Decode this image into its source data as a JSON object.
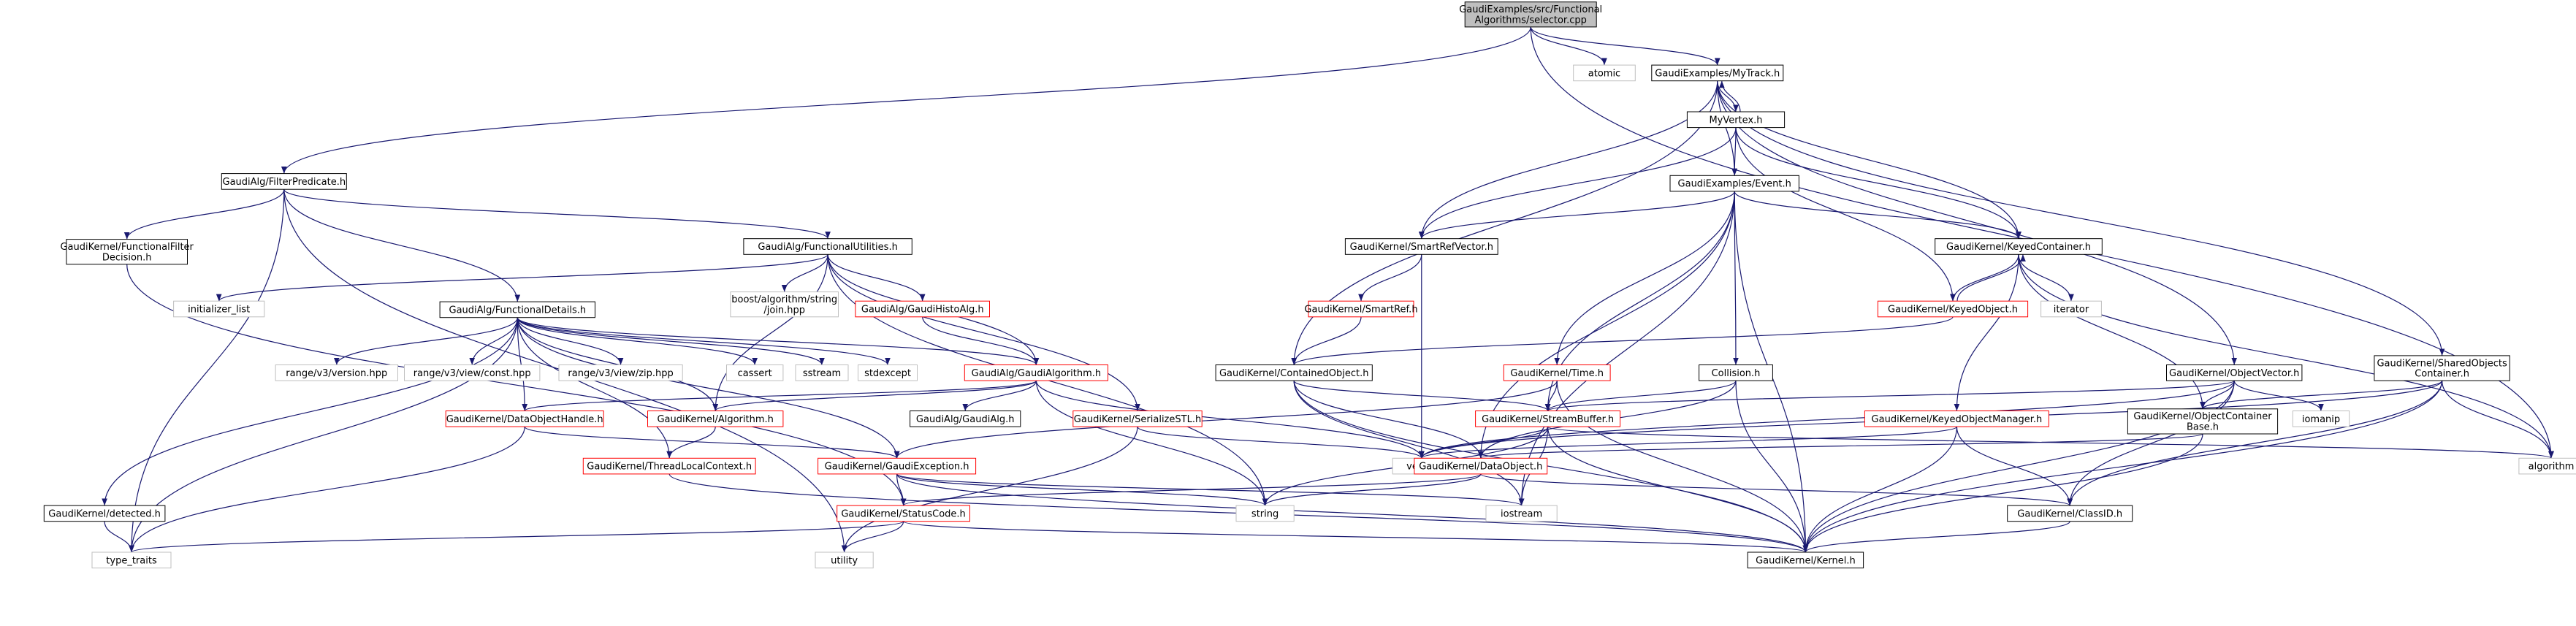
{
  "diagram": {
    "title": "GaudiExamples/src/Functional Algorithms/selector.cpp",
    "colors": {
      "edge": "#191970",
      "root_fill": "#bfbfbf",
      "box_border_black": "#000000",
      "box_border_red": "#ff0000",
      "box_border_grey": "#bfbfbf",
      "text": "#000000"
    },
    "nodes": [
      {
        "id": "root",
        "lines": [
          "GaudiExamples/src/Functional",
          "Algorithms/selector.cpp"
        ],
        "style": "root"
      },
      {
        "id": "atomic",
        "lines": [
          "atomic"
        ],
        "style": "grey"
      },
      {
        "id": "mytrack",
        "lines": [
          "GaudiExamples/MyTrack.h"
        ],
        "style": "black"
      },
      {
        "id": "myvertex",
        "lines": [
          "MyVertex.h"
        ],
        "style": "black"
      },
      {
        "id": "event",
        "lines": [
          "GaudiExamples/Event.h"
        ],
        "style": "black"
      },
      {
        "id": "filterpred",
        "lines": [
          "GaudiAlg/FilterPredicate.h"
        ],
        "style": "black"
      },
      {
        "id": "funcfilter",
        "lines": [
          "GaudiKernel/FunctionalFilter",
          "Decision.h"
        ],
        "style": "black"
      },
      {
        "id": "funcutil",
        "lines": [
          "GaudiAlg/FunctionalUtilities.h"
        ],
        "style": "black"
      },
      {
        "id": "initlist",
        "lines": [
          "initializer_list"
        ],
        "style": "grey"
      },
      {
        "id": "boostjoin",
        "lines": [
          "boost/algorithm/string",
          "/join.hpp"
        ],
        "style": "grey"
      },
      {
        "id": "histoalg",
        "lines": [
          "GaudiAlg/GaudiHistoAlg.h"
        ],
        "style": "red"
      },
      {
        "id": "funcdetails",
        "lines": [
          "GaudiAlg/FunctionalDetails.h"
        ],
        "style": "black"
      },
      {
        "id": "rvversion",
        "lines": [
          "range/v3/version.hpp"
        ],
        "style": "grey"
      },
      {
        "id": "rvconst",
        "lines": [
          "range/v3/view/const.hpp"
        ],
        "style": "grey"
      },
      {
        "id": "rvzip",
        "lines": [
          "range/v3/view/zip.hpp"
        ],
        "style": "grey"
      },
      {
        "id": "cassert",
        "lines": [
          "cassert"
        ],
        "style": "grey"
      },
      {
        "id": "sstream",
        "lines": [
          "sstream"
        ],
        "style": "grey"
      },
      {
        "id": "stdexcept",
        "lines": [
          "stdexcept"
        ],
        "style": "grey"
      },
      {
        "id": "gaudialgorithm",
        "lines": [
          "GaudiAlg/GaudiAlgorithm.h"
        ],
        "style": "red"
      },
      {
        "id": "gaudialg",
        "lines": [
          "GaudiAlg/GaudiAlg.h"
        ],
        "style": "black"
      },
      {
        "id": "serializestl",
        "lines": [
          "GaudiKernel/SerializeSTL.h"
        ],
        "style": "red"
      },
      {
        "id": "dataobjhandle",
        "lines": [
          "GaudiKernel/DataObjectHandle.h"
        ],
        "style": "red"
      },
      {
        "id": "algorithm_h",
        "lines": [
          "GaudiKernel/Algorithm.h"
        ],
        "style": "red"
      },
      {
        "id": "threadlocal",
        "lines": [
          "GaudiKernel/ThreadLocalContext.h"
        ],
        "style": "red"
      },
      {
        "id": "gaudiexc",
        "lines": [
          "GaudiKernel/GaudiException.h"
        ],
        "style": "red"
      },
      {
        "id": "statuscode",
        "lines": [
          "GaudiKernel/StatusCode.h"
        ],
        "style": "red"
      },
      {
        "id": "detected",
        "lines": [
          "GaudiKernel/detected.h"
        ],
        "style": "black"
      },
      {
        "id": "typetraits",
        "lines": [
          "type_traits"
        ],
        "style": "grey"
      },
      {
        "id": "utility",
        "lines": [
          "utility"
        ],
        "style": "grey"
      },
      {
        "id": "string",
        "lines": [
          "string"
        ],
        "style": "grey"
      },
      {
        "id": "iostream",
        "lines": [
          "iostream"
        ],
        "style": "grey"
      },
      {
        "id": "kernel",
        "lines": [
          "GaudiKernel/Kernel.h"
        ],
        "style": "black"
      },
      {
        "id": "smartrefvector",
        "lines": [
          "GaudiKernel/SmartRefVector.h"
        ],
        "style": "black"
      },
      {
        "id": "smartref",
        "lines": [
          "GaudiKernel/SmartRef.h"
        ],
        "style": "red"
      },
      {
        "id": "contained",
        "lines": [
          "GaudiKernel/ContainedObject.h"
        ],
        "style": "black"
      },
      {
        "id": "time",
        "lines": [
          "GaudiKernel/Time.h"
        ],
        "style": "red"
      },
      {
        "id": "collision",
        "lines": [
          "Collision.h"
        ],
        "style": "black"
      },
      {
        "id": "streambuffer",
        "lines": [
          "GaudiKernel/StreamBuffer.h"
        ],
        "style": "red"
      },
      {
        "id": "vector",
        "lines": [
          "vector"
        ],
        "style": "grey"
      },
      {
        "id": "dataobject",
        "lines": [
          "GaudiKernel/DataObject.h"
        ],
        "style": "red"
      },
      {
        "id": "keyedcontainer",
        "lines": [
          "GaudiKernel/KeyedContainer.h"
        ],
        "style": "black"
      },
      {
        "id": "keyedobject",
        "lines": [
          "GaudiKernel/KeyedObject.h"
        ],
        "style": "red"
      },
      {
        "id": "iterator",
        "lines": [
          "iterator"
        ],
        "style": "grey"
      },
      {
        "id": "keyedobjmgr",
        "lines": [
          "GaudiKernel/KeyedObjectManager.h"
        ],
        "style": "red"
      },
      {
        "id": "objectvector",
        "lines": [
          "GaudiKernel/ObjectVector.h"
        ],
        "style": "black"
      },
      {
        "id": "iomanip",
        "lines": [
          "iomanip"
        ],
        "style": "grey"
      },
      {
        "id": "objcontbase",
        "lines": [
          "GaudiKernel/ObjectContainer",
          "Base.h"
        ],
        "style": "black"
      },
      {
        "id": "classid",
        "lines": [
          "GaudiKernel/ClassID.h"
        ],
        "style": "black"
      },
      {
        "id": "sharedobjs",
        "lines": [
          "GaudiKernel/SharedObjects",
          "Container.h"
        ],
        "style": "black"
      },
      {
        "id": "algorithm",
        "lines": [
          "algorithm"
        ],
        "style": "grey"
      }
    ],
    "edges": [
      [
        "root",
        "atomic"
      ],
      [
        "root",
        "mytrack"
      ],
      [
        "root",
        "filterpred"
      ],
      [
        "root",
        "algorithm"
      ],
      [
        "mytrack",
        "myvertex"
      ],
      [
        "myvertex",
        "mytrack"
      ],
      [
        "mytrack",
        "event"
      ],
      [
        "mytrack",
        "smartrefvector"
      ],
      [
        "mytrack",
        "keyedcontainer"
      ],
      [
        "mytrack",
        "objectvector"
      ],
      [
        "mytrack",
        "sharedobjs"
      ],
      [
        "mytrack",
        "contained"
      ],
      [
        "myvertex",
        "event"
      ],
      [
        "myvertex",
        "smartrefvector"
      ],
      [
        "myvertex",
        "keyedcontainer"
      ],
      [
        "myvertex",
        "keyedobject"
      ],
      [
        "event",
        "smartrefvector"
      ],
      [
        "event",
        "keyedcontainer"
      ],
      [
        "event",
        "time"
      ],
      [
        "event",
        "collision"
      ],
      [
        "event",
        "streambuffer"
      ],
      [
        "event",
        "dataobject"
      ],
      [
        "event",
        "iostream"
      ],
      [
        "event",
        "kernel"
      ],
      [
        "filterpred",
        "funcfilter"
      ],
      [
        "filterpred",
        "funcutil"
      ],
      [
        "filterpred",
        "funcdetails"
      ],
      [
        "filterpred",
        "typetraits"
      ],
      [
        "filterpred",
        "utility"
      ],
      [
        "funcfilter",
        "statuscode"
      ],
      [
        "funcutil",
        "initlist"
      ],
      [
        "funcutil",
        "boostjoin"
      ],
      [
        "funcutil",
        "histoalg"
      ],
      [
        "funcutil",
        "gaudialgorithm"
      ],
      [
        "funcutil",
        "serializestl"
      ],
      [
        "funcutil",
        "string"
      ],
      [
        "funcutil",
        "algorithm_h"
      ],
      [
        "histoalg",
        "gaudialgorithm"
      ],
      [
        "funcdetails",
        "rvversion"
      ],
      [
        "funcdetails",
        "rvconst"
      ],
      [
        "funcdetails",
        "rvzip"
      ],
      [
        "funcdetails",
        "cassert"
      ],
      [
        "funcdetails",
        "sstream"
      ],
      [
        "funcdetails",
        "stdexcept"
      ],
      [
        "funcdetails",
        "gaudialgorithm"
      ],
      [
        "funcdetails",
        "dataobjhandle"
      ],
      [
        "funcdetails",
        "threadlocal"
      ],
      [
        "funcdetails",
        "detected"
      ],
      [
        "funcdetails",
        "typetraits"
      ],
      [
        "funcdetails",
        "gaudiexc"
      ],
      [
        "funcdetails",
        "algorithm_h"
      ],
      [
        "gaudialgorithm",
        "gaudialg"
      ],
      [
        "gaudialgorithm",
        "dataobjhandle"
      ],
      [
        "gaudialgorithm",
        "algorithm_h"
      ],
      [
        "gaudialgorithm",
        "vector"
      ],
      [
        "gaudialgorithm",
        "string"
      ],
      [
        "serializestl",
        "vector"
      ],
      [
        "serializestl",
        "utility"
      ],
      [
        "dataobjhandle",
        "gaudiexc"
      ],
      [
        "dataobjhandle",
        "typetraits"
      ],
      [
        "algorithm_h",
        "threadlocal"
      ],
      [
        "threadlocal",
        "kernel"
      ],
      [
        "gaudiexc",
        "statuscode"
      ],
      [
        "gaudiexc",
        "string"
      ],
      [
        "gaudiexc",
        "iostream"
      ],
      [
        "gaudiexc",
        "kernel"
      ],
      [
        "statuscode",
        "typetraits"
      ],
      [
        "statuscode",
        "utility"
      ],
      [
        "statuscode",
        "kernel"
      ],
      [
        "detected",
        "typetraits"
      ],
      [
        "smartrefvector",
        "smartref"
      ],
      [
        "smartrefvector",
        "vector"
      ],
      [
        "smartref",
        "contained"
      ],
      [
        "contained",
        "streambuffer"
      ],
      [
        "contained",
        "kernel"
      ],
      [
        "contained",
        "iostream"
      ],
      [
        "contained",
        "dataobject"
      ],
      [
        "time",
        "streambuffer"
      ],
      [
        "time",
        "kernel"
      ],
      [
        "time",
        "gaudiexc"
      ],
      [
        "collision",
        "streambuffer"
      ],
      [
        "collision",
        "kernel"
      ],
      [
        "collision",
        "dataobject"
      ],
      [
        "streambuffer",
        "vector"
      ],
      [
        "streambuffer",
        "string"
      ],
      [
        "streambuffer",
        "iostream"
      ],
      [
        "streambuffer",
        "algorithm"
      ],
      [
        "streambuffer",
        "kernel"
      ],
      [
        "dataobject",
        "statuscode"
      ],
      [
        "dataobject",
        "classid"
      ],
      [
        "dataobject",
        "string"
      ],
      [
        "keyedcontainer",
        "keyedobject"
      ],
      [
        "keyedobject",
        "keyedcontainer"
      ],
      [
        "keyedcontainer",
        "iterator"
      ],
      [
        "keyedcontainer",
        "keyedobjmgr"
      ],
      [
        "keyedcontainer",
        "objcontbase"
      ],
      [
        "keyedcontainer",
        "algorithm"
      ],
      [
        "keyedobject",
        "contained"
      ],
      [
        "keyedobjmgr",
        "vector"
      ],
      [
        "keyedobjmgr",
        "classid"
      ],
      [
        "keyedobjmgr",
        "kernel"
      ],
      [
        "objectvector",
        "objcontbase"
      ],
      [
        "objectvector",
        "iomanip"
      ],
      [
        "objectvector",
        "classid"
      ],
      [
        "objectvector",
        "kernel"
      ],
      [
        "objectvector",
        "vector"
      ],
      [
        "objectvector",
        "streambuffer"
      ],
      [
        "objcontbase",
        "dataobject"
      ],
      [
        "objcontbase",
        "kernel"
      ],
      [
        "classid",
        "kernel"
      ],
      [
        "sharedobjs",
        "objcontbase"
      ],
      [
        "sharedobjs",
        "algorithm"
      ],
      [
        "sharedobjs",
        "classid"
      ],
      [
        "sharedobjs",
        "kernel"
      ],
      [
        "sharedobjs",
        "vector"
      ]
    ]
  }
}
